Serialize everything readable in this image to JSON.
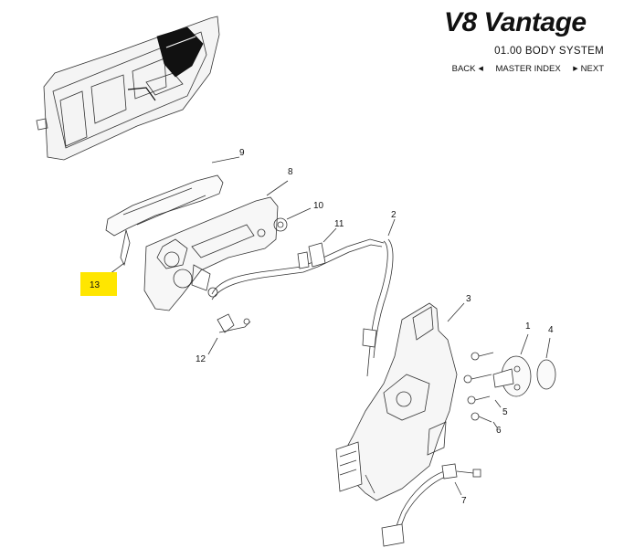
{
  "header": {
    "brand": "V8 Vantage",
    "section": "01.00 BODY SYSTEM"
  },
  "nav": {
    "back": "BACK",
    "master_index": "MASTER INDEX",
    "next": "NEXT"
  },
  "callouts": {
    "c1": "1",
    "c2": "2",
    "c3": "3",
    "c4": "4",
    "c5": "5",
    "c6": "6",
    "c7": "7",
    "c8": "8",
    "c9": "9",
    "c10": "10",
    "c11": "11",
    "c12": "12",
    "c13": "13"
  },
  "colors": {
    "highlight": "#ffe600",
    "line": "#222222"
  }
}
